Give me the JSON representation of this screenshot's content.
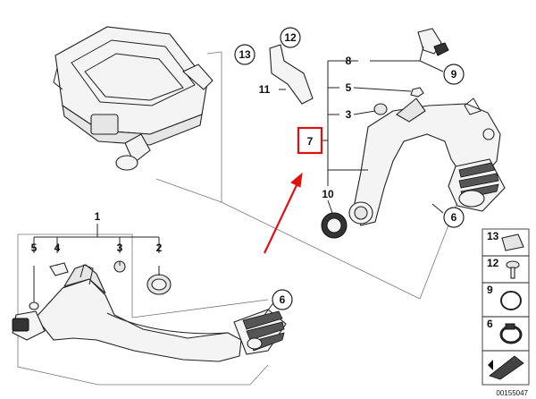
{
  "callouts": {
    "c1": "1",
    "c2": "2",
    "c3a": "3",
    "c4": "4",
    "c5a": "5",
    "c6a": "6",
    "c13": "13",
    "c12": "12",
    "c11": "11",
    "c8": "8",
    "c9a": "9",
    "c5b": "5",
    "c3b": "3",
    "c7": "7",
    "c10": "10",
    "c6b": "6"
  },
  "legend": {
    "l13": "13",
    "l12": "12",
    "l9": "9",
    "l6": "6"
  },
  "diagram_id": "00155047",
  "colors": {
    "highlight": "#e01010",
    "line": "#222222"
  }
}
